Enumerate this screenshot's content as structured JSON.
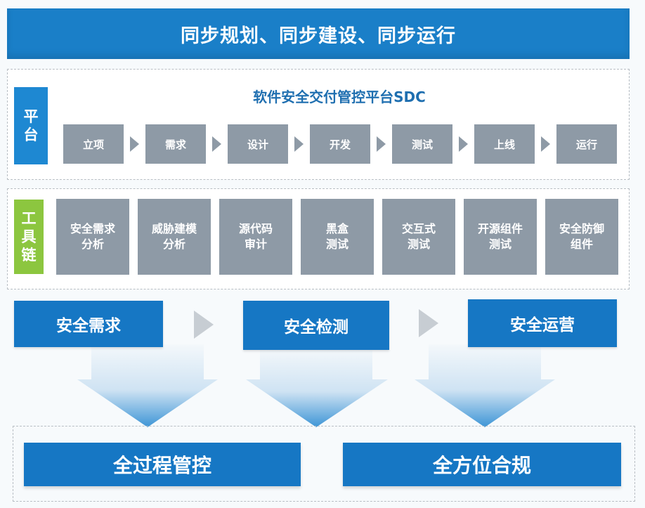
{
  "banner": {
    "title": "同步规划、同步建设、同步运行"
  },
  "platform": {
    "tab_chars": [
      "平",
      "台"
    ],
    "title": "软件安全交付管控平台SDC",
    "stages": [
      "立项",
      "需求",
      "设计",
      "开发",
      "测试",
      "上线",
      "运行"
    ]
  },
  "toolchain": {
    "tab_chars": [
      "工",
      "具",
      "链"
    ],
    "tools": [
      [
        "安全需求",
        "分析"
      ],
      [
        "威胁建模",
        "分析"
      ],
      [
        "源代码",
        "审计"
      ],
      [
        "黑盒",
        "测试"
      ],
      [
        "交互式",
        "测试"
      ],
      [
        "开源组件",
        "测试"
      ],
      [
        "安全防御",
        "组件"
      ]
    ]
  },
  "phases": [
    "安全需求",
    "安全检测",
    "安全运营"
  ],
  "outcomes": [
    "全过程管控",
    "全方位合规"
  ],
  "colors": {
    "primary_blue": "#1677c4",
    "banner_blue": "#1a7fc8",
    "platform_tab": "#1e88d2",
    "toolchain_tab": "#8cc63f",
    "gray_box": "#8e9aa6"
  }
}
